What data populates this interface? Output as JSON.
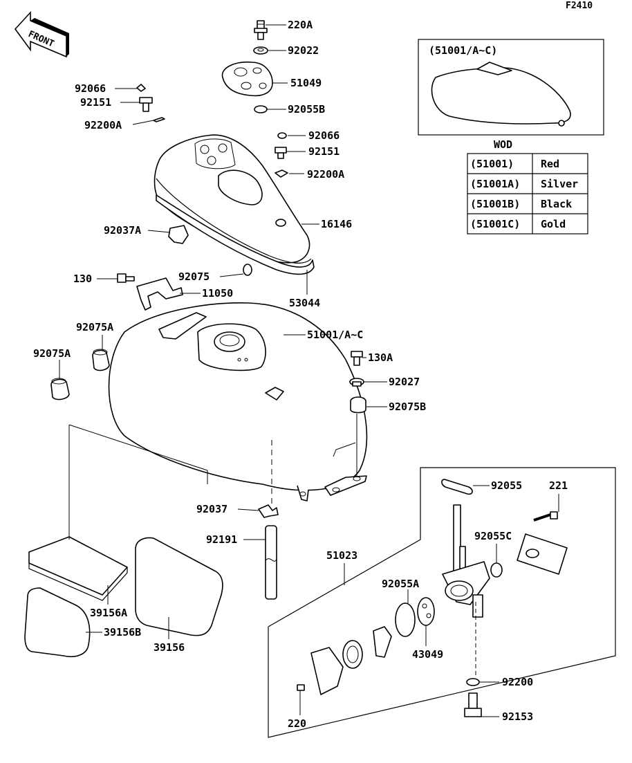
{
  "figure_code": "F2410",
  "front_label": "FRONT",
  "inset_label": "(51001/A~C)",
  "color_table": {
    "header": "WOD",
    "rows": [
      {
        "part": "(51001)",
        "color": "Red"
      },
      {
        "part": "(51001A)",
        "color": "Silver"
      },
      {
        "part": "(51001B)",
        "color": "Black"
      },
      {
        "part": "(51001C)",
        "color": "Gold"
      }
    ]
  },
  "callouts": {
    "c220A": "220A",
    "c92022": "92022",
    "c51049": "51049",
    "c92055B": "92055B",
    "c92066a": "92066",
    "c92151a": "92151",
    "c92200Aa": "92200A",
    "c92066b": "92066",
    "c92151b": "92151",
    "c92200Ab": "92200A",
    "c16146": "16146",
    "c92037A": "92037A",
    "c92075": "92075",
    "c53044": "53044",
    "c130": "130",
    "c11050": "11050",
    "c92075Aa": "92075A",
    "c92075Ab": "92075A",
    "c51001": "51001/A~C",
    "c130A": "130A",
    "c92027": "92027",
    "c92075B": "92075B",
    "c92055": "92055",
    "c221": "221",
    "c92037": "92037",
    "c92191": "92191",
    "c92055C": "92055C",
    "c51023": "51023",
    "c92055A": "92055A",
    "c39156A": "39156A",
    "c39156B": "39156B",
    "c39156": "39156",
    "c43049": "43049",
    "c92200": "92200",
    "c220": "220",
    "c92153": "92153"
  }
}
